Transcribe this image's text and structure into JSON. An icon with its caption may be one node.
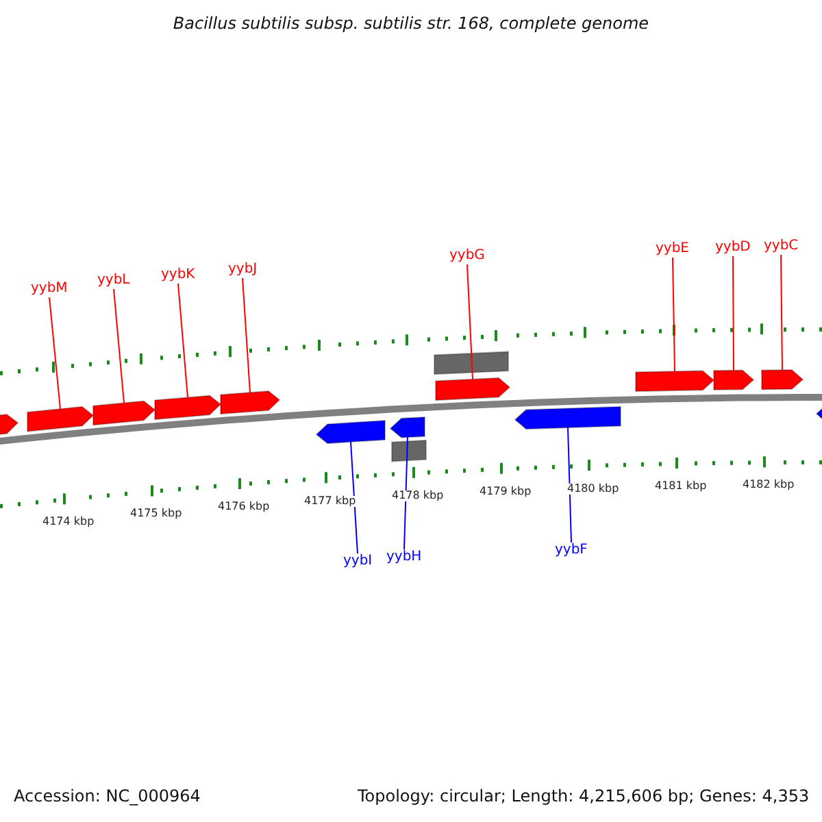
{
  "diagram": {
    "title": "Bacillus subtilis subsp. subtilis str. 168, complete genome",
    "nodes": [
      {
        "text": [
          "yybM"
        ]
      },
      {
        "text": [
          "yybL"
        ]
      },
      {
        "text": [
          "yybK"
        ]
      },
      {
        "text": [
          "yybJ"
        ]
      },
      {
        "text": [
          "yybG"
        ]
      },
      {
        "text": [
          "yybE"
        ]
      },
      {
        "text": [
          "yybD"
        ]
      },
      {
        "text": [
          "yybC"
        ]
      },
      {
        "text": [
          "yybI"
        ]
      },
      {
        "text": [
          "yybH"
        ]
      },
      {
        "text": [
          "yybF"
        ]
      },
      {
        "text": [],
        "shape": "arrow"
      },
      {
        "text": [],
        "shape": "arrow"
      },
      {
        "text": [],
        "shape": "arrow"
      },
      {
        "text": [],
        "shape": "arrow"
      },
      {
        "text": [],
        "shape": "arrow"
      },
      {
        "text": [],
        "shape": "arrow"
      },
      {
        "text": [],
        "shape": "arrow"
      },
      {
        "text": [],
        "shape": "bar"
      },
      {
        "text": [],
        "shape": "bar"
      },
      {
        "text": [],
        "shape": "arrow"
      },
      {
        "text": [],
        "shape": "arrow"
      },
      {
        "text": [],
        "shape": "arrow"
      },
      {
        "text": [],
        "shape": "arrow"
      },
      {
        "text": [],
        "shape": "arrow"
      },
      {
        "text": [],
        "shape": "arrow"
      }
    ],
    "edges": [
      {
        "from": 0,
        "to": 12,
        "arrow": "none"
      },
      {
        "from": 1,
        "to": 13,
        "arrow": "none"
      },
      {
        "from": 2,
        "to": 14,
        "arrow": "none"
      },
      {
        "from": 3,
        "to": 15,
        "arrow": "none"
      },
      {
        "from": 4,
        "to": 20,
        "arrow": "none"
      },
      {
        "from": 5,
        "to": 22,
        "arrow": "none"
      },
      {
        "from": 6,
        "to": 23,
        "arrow": "none"
      },
      {
        "from": 7,
        "to": 24,
        "arrow": "none"
      },
      {
        "from": 8,
        "to": 16,
        "arrow": "none",
        "color": "#0000ff"
      },
      {
        "from": 9,
        "to": 17,
        "arrow": "none",
        "color": "#0000ff"
      },
      {
        "from": 10,
        "to": 21,
        "arrow": "none",
        "color": "#0000ff"
      }
    ],
    "labels": [
      "4174 kbp",
      "4175 kbp",
      "4176 kbp",
      "4177 kbp",
      "4178 kbp",
      "4179 kbp",
      "4180 kbp",
      "4181 kbp",
      "4182 kbp",
      "Accession: NC_000964",
      "Topology: circular; Length: 4,215,606 bp; Genes: 4,353"
    ]
  }
}
